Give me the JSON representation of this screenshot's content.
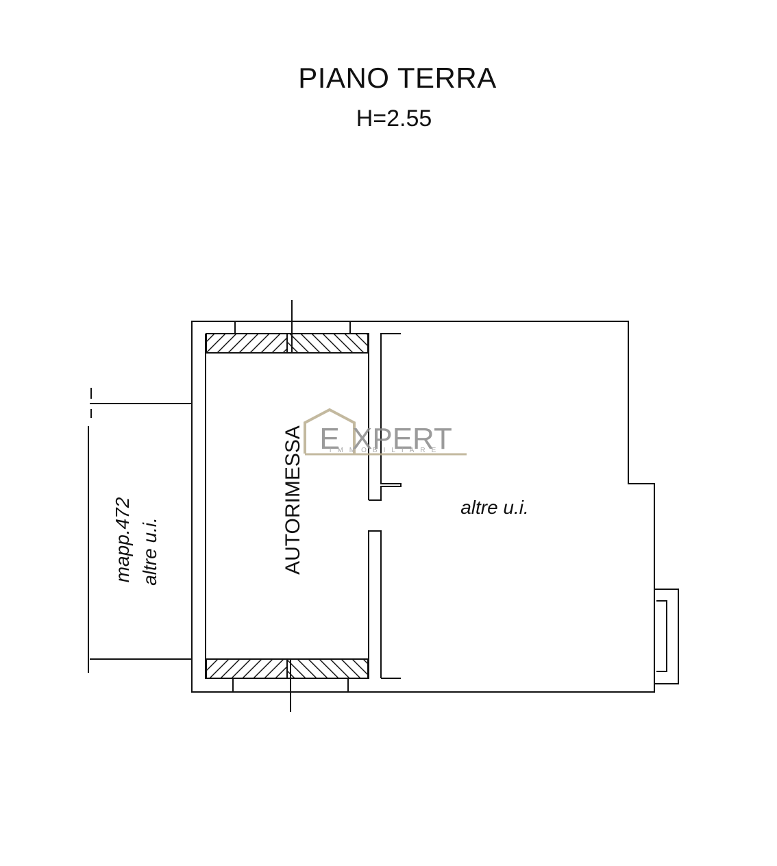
{
  "header": {
    "title": "PIANO TERRA",
    "height_label": "H=2.55"
  },
  "rooms": {
    "garage_label": "AUTORIMESSA",
    "neighbor_label": "altre u.i."
  },
  "adjacent": {
    "parcel_label": "mapp.472",
    "parcel_note": "altre u.i."
  },
  "watermark": {
    "brand": "EXPERT",
    "brand_initial": "E",
    "brand_rest": "XPERT",
    "tagline": "IMMOBILIARE",
    "accent_color": "#b9ad8f"
  },
  "colors": {
    "line": "#111111",
    "background": "#ffffff"
  }
}
